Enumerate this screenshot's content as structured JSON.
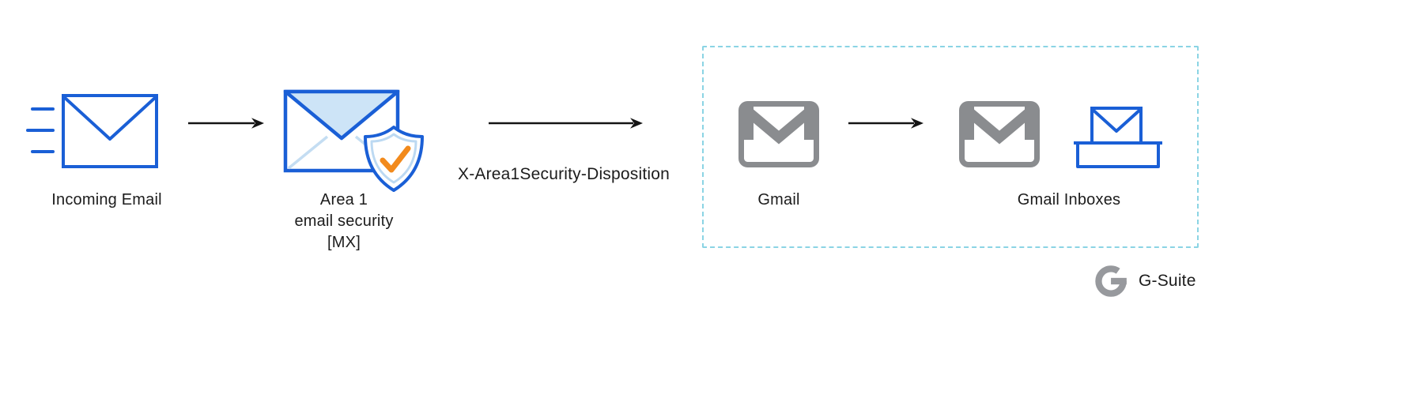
{
  "title": "Incoming email flow through Area 1 email security into Gmail",
  "nodes": {
    "incoming_email": {
      "label": "Incoming Email",
      "icon": "incoming-envelope-icon"
    },
    "area1": {
      "label_lines": [
        "Area 1",
        "email security",
        "[MX]"
      ],
      "icon": "envelope-shield-check-icon"
    },
    "gmail": {
      "label": "Gmail",
      "icon": "gmail-icon"
    },
    "gmail_inboxes": {
      "label": "Gmail Inboxes",
      "icons": [
        "gmail-icon",
        "inbox-tray-icon"
      ]
    }
  },
  "edges": [
    {
      "from": "incoming_email",
      "to": "area1",
      "label": ""
    },
    {
      "from": "area1",
      "to": "gmail",
      "label": "X-Area1Security-Disposition"
    },
    {
      "from": "gmail",
      "to": "gmail_inboxes",
      "label": ""
    }
  ],
  "group": {
    "style": "dashed-border",
    "contains": [
      "gmail",
      "gmail_inboxes"
    ]
  },
  "branding": {
    "label": "G-Suite",
    "icon": "g-logo-icon"
  },
  "colors": {
    "envelope_blue": "#1a5fd6",
    "envelope_flap_fill": "#cde4f7",
    "shield_inner_line": "#bcd9f2",
    "check_orange": "#f28a1c",
    "gmail_gray": "#8a8c8f",
    "group_dashed_border": "#8bd4e4",
    "arrow_black": "#141414",
    "text_color": "#1c1c1c",
    "g_logo_gray": "#97999d",
    "background": "#ffffff"
  }
}
